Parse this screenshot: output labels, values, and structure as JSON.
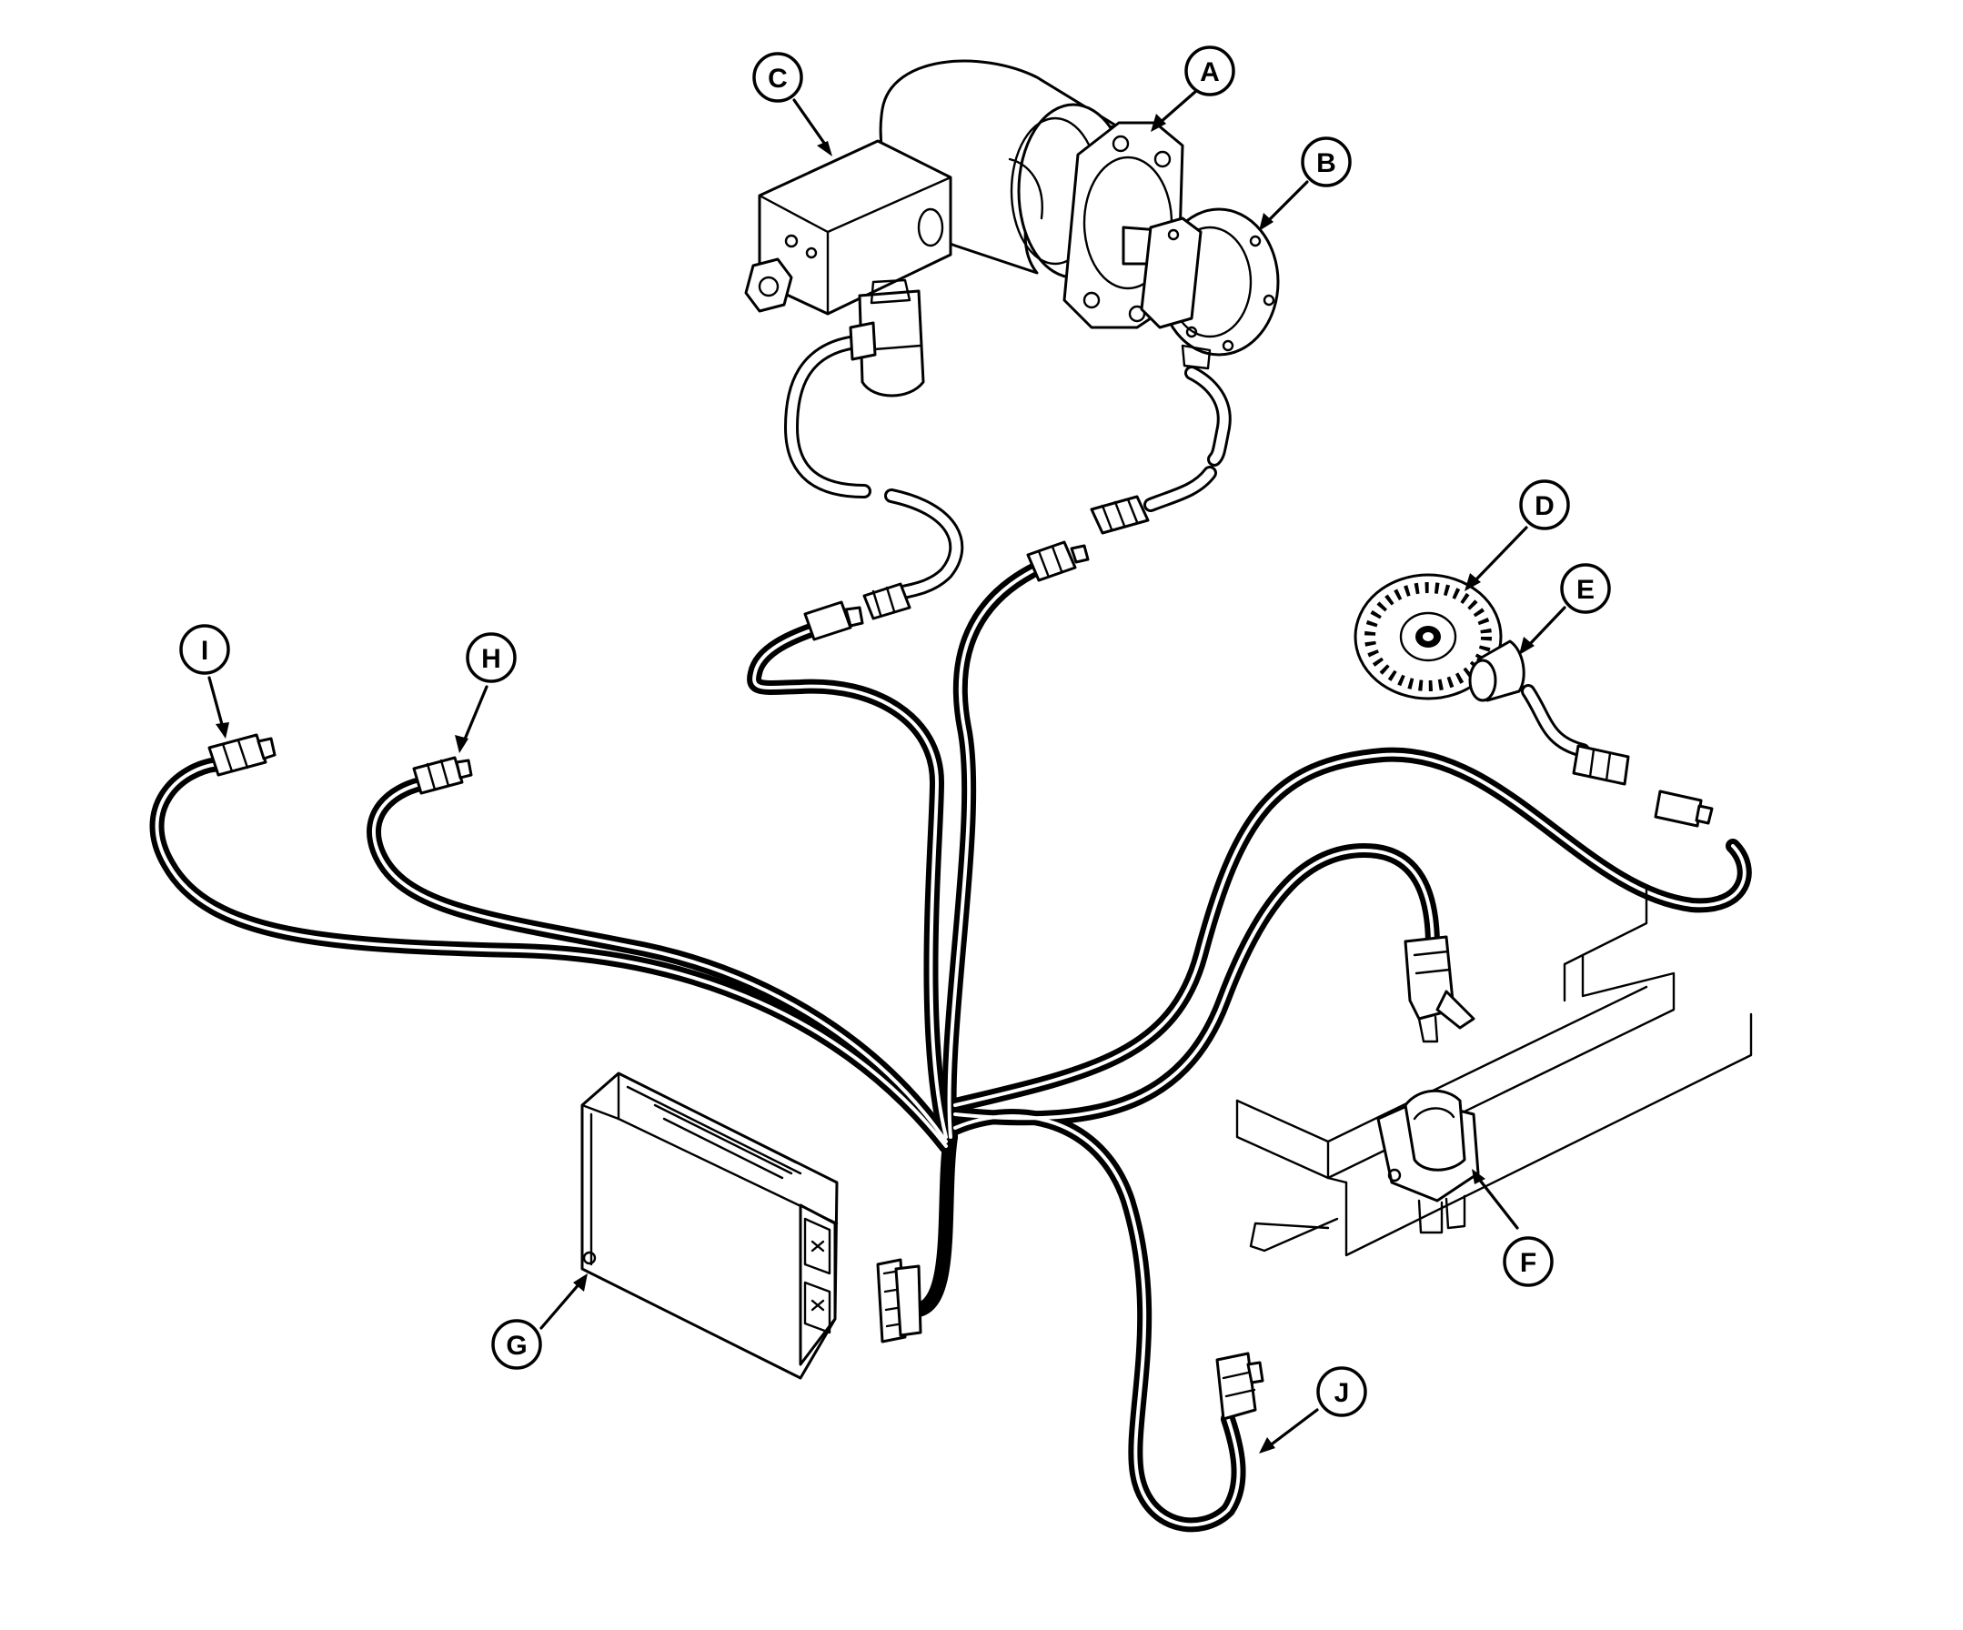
{
  "callouts": [
    {
      "id": "A",
      "label": "A"
    },
    {
      "id": "B",
      "label": "B"
    },
    {
      "id": "C",
      "label": "C"
    },
    {
      "id": "D",
      "label": "D"
    },
    {
      "id": "E",
      "label": "E"
    },
    {
      "id": "F",
      "label": "F"
    },
    {
      "id": "G",
      "label": "G"
    },
    {
      "id": "H",
      "label": "H"
    },
    {
      "id": "I",
      "label": "I"
    },
    {
      "id": "J",
      "label": "J"
    }
  ],
  "colors": {
    "line": "#000000",
    "background": "#ffffff"
  }
}
